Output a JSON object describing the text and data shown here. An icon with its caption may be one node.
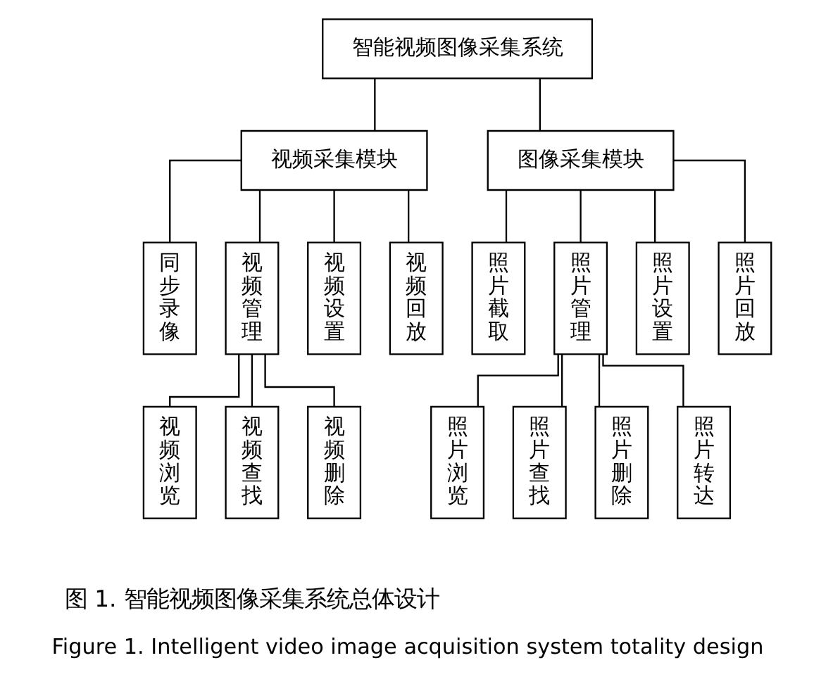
{
  "diagram": {
    "caption": "Figure 1. Intelligent video image acquisition system totality design",
    "nodes": [
      {
        "text": [
          "智能视频图像采集系统"
        ]
      },
      {
        "text": [
          "视频采集模块"
        ]
      },
      {
        "text": [
          "图像采集模块"
        ]
      },
      {
        "text": [
          "同步录像"
        ]
      },
      {
        "text": [
          "视频管理"
        ]
      },
      {
        "text": [
          "视频设置"
        ]
      },
      {
        "text": [
          "视频回放"
        ]
      },
      {
        "text": [
          "视频浏览"
        ]
      },
      {
        "text": [
          "视频查找"
        ]
      },
      {
        "text": [
          "视频删除"
        ]
      },
      {
        "text": [
          "照片截取"
        ]
      },
      {
        "text": [
          "照片管理"
        ]
      },
      {
        "text": [
          "照片设置"
        ]
      },
      {
        "text": [
          "照片回放"
        ]
      },
      {
        "text": [
          "照片浏览"
        ]
      },
      {
        "text": [
          "照片查找"
        ]
      },
      {
        "text": [
          "照片删除"
        ]
      },
      {
        "text": [
          "照片转达"
        ]
      }
    ],
    "edges": [
      {
        "from": 0,
        "to": 1,
        "arrow": "none"
      },
      {
        "from": 0,
        "to": 2,
        "arrow": "none"
      },
      {
        "from": 1,
        "to": 3,
        "arrow": "none"
      },
      {
        "from": 1,
        "to": 4,
        "arrow": "none"
      },
      {
        "from": 1,
        "to": 5,
        "arrow": "none"
      },
      {
        "from": 1,
        "to": 6,
        "arrow": "none"
      },
      {
        "from": 4,
        "to": 7,
        "arrow": "none"
      },
      {
        "from": 4,
        "to": 8,
        "arrow": "none"
      },
      {
        "from": 4,
        "to": 9,
        "arrow": "none"
      },
      {
        "from": 2,
        "to": 10,
        "arrow": "none"
      },
      {
        "from": 2,
        "to": 11,
        "arrow": "none"
      },
      {
        "from": 2,
        "to": 12,
        "arrow": "none"
      },
      {
        "from": 2,
        "to": 13,
        "arrow": "none"
      },
      {
        "from": 11,
        "to": 14,
        "arrow": "none"
      },
      {
        "from": 11,
        "to": 15,
        "arrow": "none"
      },
      {
        "from": 11,
        "to": 16,
        "arrow": "none"
      },
      {
        "from": 11,
        "to": 17,
        "arrow": "none"
      }
    ],
    "labels": [
      "图 1. 智能视频图像采集系统总体设计"
    ]
  }
}
